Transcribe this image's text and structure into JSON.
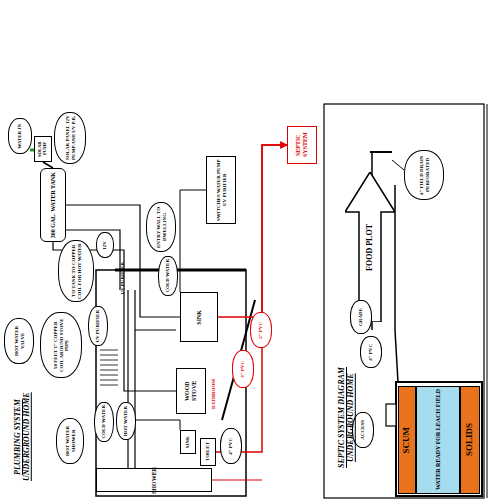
{
  "diagram": {
    "title": "PLUMBING SYSTEM UNDERGROUND HOME",
    "nodes": [
      {
        "text": [
          "WATER IN"
        ]
      },
      {
        "text": [
          "SOLAR PUMP"
        ]
      },
      {
        "text": [
          "SOLAR PANEL 12V PUMP AND UV P.B."
        ]
      },
      {
        "text": [
          "300 GAL. WATER TANK"
        ]
      },
      {
        "text": [
          "SWITCHES WATER PUMP UV PURIFIER"
        ]
      },
      {
        "text": [
          "ENTRY WALL TO DWELLING"
        ]
      },
      {
        "text": [
          "12V"
        ]
      },
      {
        "text": [
          "TO TANK TO COPPER COIL FOR HOT WATER"
        ]
      },
      {
        "text": [
          "COLD WATER"
        ]
      },
      {
        "text": [
          "SINK"
        ]
      },
      {
        "text": [
          "HOT WATER VALVE"
        ]
      },
      {
        "text": [
          "50 FEET 1\" COPPER COIL AROUND STOVE PIPE"
        ]
      },
      {
        "text": [
          "UV PURIFIER"
        ]
      },
      {
        "text": [
          "WOOD STOVE"
        ]
      },
      {
        "text": [
          "COLD WATER"
        ]
      },
      {
        "text": [
          "HOT WATER"
        ]
      },
      {
        "text": [
          "HOT WATER SHOWER"
        ]
      },
      {
        "text": [
          "SINK"
        ]
      },
      {
        "text": [
          "TOILET"
        ]
      },
      {
        "text": [
          "SHOWER"
        ]
      },
      {
        "text": [
          "4\" PVC"
        ]
      },
      {
        "text": [
          "3\" PVC"
        ]
      },
      {
        "text": [
          "2\" PVC"
        ]
      },
      {
        "text": [
          "SEPTIC SYSTEM"
        ]
      },
      {
        "text": [
          "FOOD PLOT"
        ]
      },
      {
        "text": [
          "4\" FIELD DRAIN PERFORATED"
        ]
      },
      {
        "text": [
          "GRADE"
        ]
      },
      {
        "text": [
          "4\" PVC"
        ]
      },
      {
        "text": [
          "ACCESS"
        ]
      },
      {
        "text": [
          "SCUM"
        ]
      },
      {
        "text": [
          "WATER READY FOR LEACH FIELD"
        ]
      },
      {
        "text": [
          "SOLIDS"
        ]
      }
    ],
    "edges": [
      {
        "from": 1,
        "to": 3,
        "arrow": "none"
      },
      {
        "from": 3,
        "to": 9,
        "arrow": "none"
      },
      {
        "from": 3,
        "to": 13,
        "arrow": "none"
      },
      {
        "from": 9,
        "to": 23,
        "arrow": "to"
      },
      {
        "from": 18,
        "to": 23,
        "arrow": "to"
      }
    ],
    "labels": [
      "UV PURIFIER",
      "BATHROOM",
      "SEPTIC SYSTEM DIAGRAM UNDERGROUND HOME"
    ]
  }
}
